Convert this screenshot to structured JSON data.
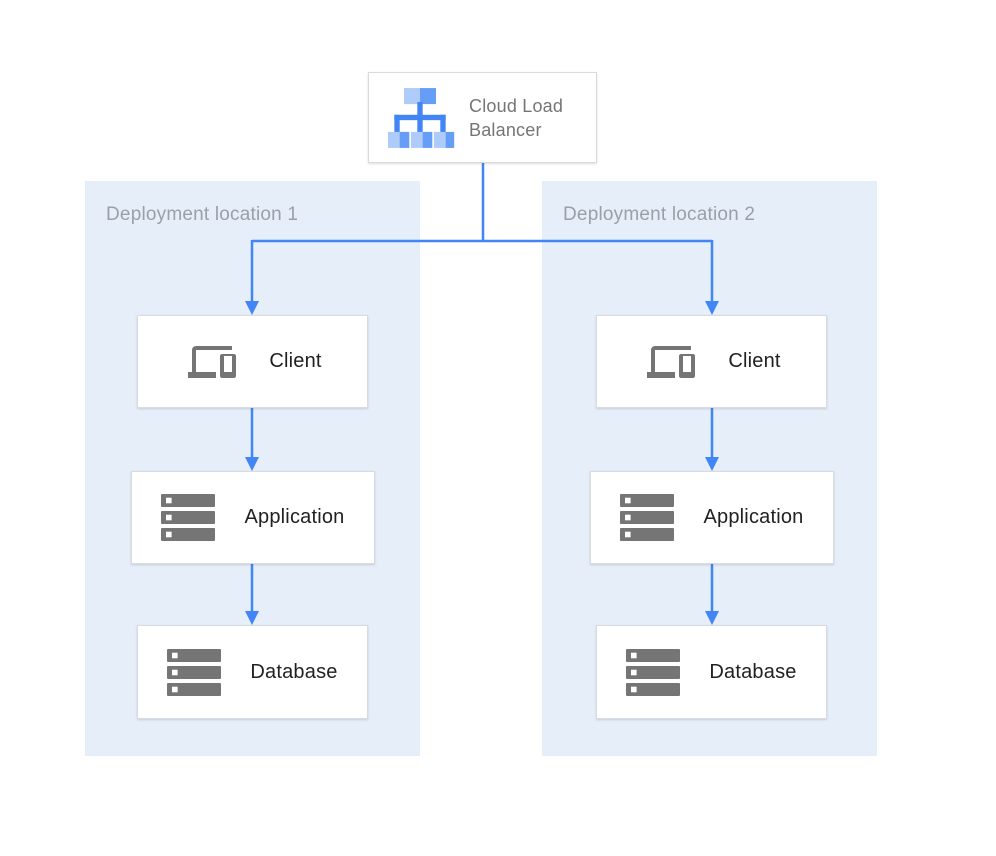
{
  "load_balancer": {
    "label": "Cloud Load Balancer",
    "icon": "load-balancer-icon"
  },
  "locations": [
    {
      "title": "Deployment location 1",
      "nodes": [
        {
          "label": "Client",
          "icon": "devices-icon"
        },
        {
          "label": "Application",
          "icon": "server-stack-icon"
        },
        {
          "label": "Database",
          "icon": "server-stack-icon"
        }
      ]
    },
    {
      "title": "Deployment location 2",
      "nodes": [
        {
          "label": "Client",
          "icon": "devices-icon"
        },
        {
          "label": "Application",
          "icon": "server-stack-icon"
        },
        {
          "label": "Database",
          "icon": "server-stack-icon"
        }
      ]
    }
  ],
  "colors": {
    "connector_blue": "#4285f4",
    "panel_background": "#e5eef9",
    "node_border": "#d9dbde",
    "node_label_text": "#212121",
    "muted_text": "#9aa0a6",
    "lb_label_text": "#757575",
    "icon_gray": "#757575",
    "icon_blue_light": "#aecbfa",
    "icon_blue_medium": "#669df6",
    "icon_blue_dark": "#4285f4"
  }
}
